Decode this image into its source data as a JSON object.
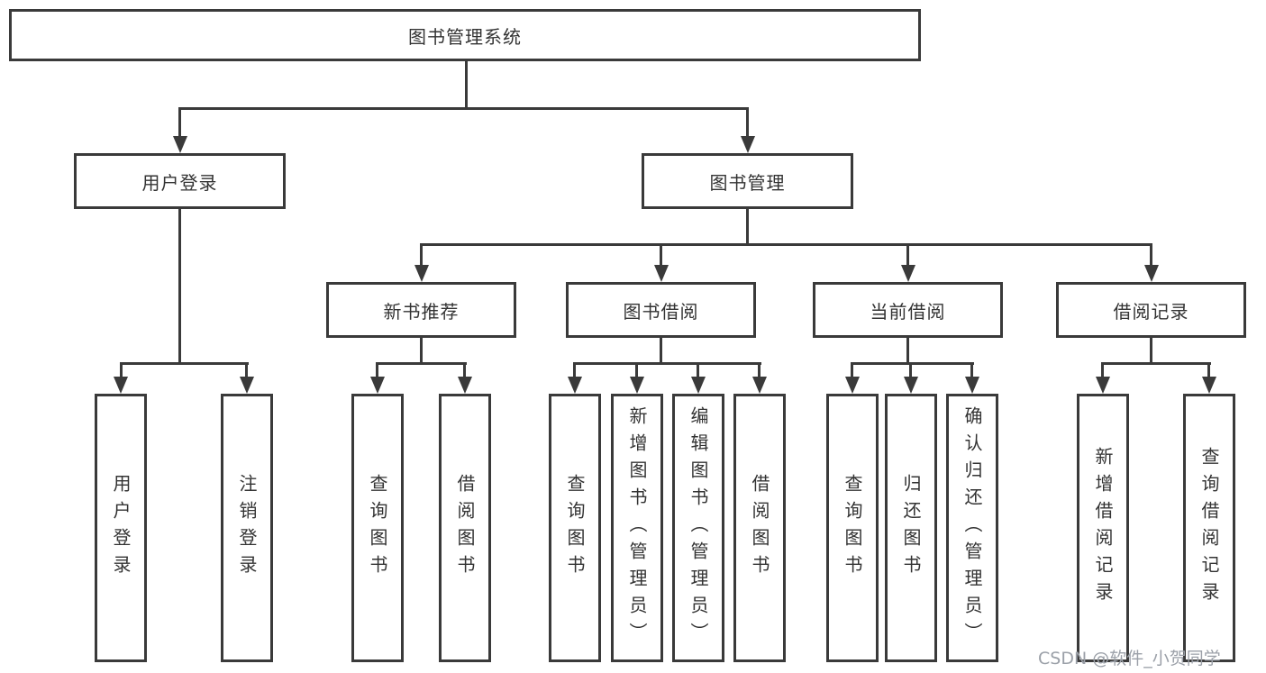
{
  "diagram": {
    "root": {
      "label": "图书管理系统"
    },
    "level2": {
      "user_login": "用户登录",
      "book_mgmt": "图书管理"
    },
    "level3": {
      "new_book": "新书推荐",
      "book_borrow": "图书借阅",
      "current_borrow": "当前借阅",
      "borrow_record": "借阅记录"
    },
    "leaves": {
      "user_login_1": "用户登录",
      "user_login_2": "注销登录",
      "new_book_1": "查询图书",
      "new_book_2": "借阅图书",
      "book_borrow_1": "查询图书",
      "book_borrow_2": "新增图书（管理员）",
      "book_borrow_3": "编辑图书（管理员）",
      "book_borrow_4": "借阅图书",
      "current_borrow_1": "查询图书",
      "current_borrow_2": "归还图书",
      "current_borrow_3": "确认归还（管理员）",
      "borrow_record_1": "新增借阅记录",
      "borrow_record_2": "查询借阅记录"
    },
    "watermark": "CSDN @软件_小贺同学",
    "colors": {
      "line": "#3a3a3a",
      "box_border": "#3a3a3a",
      "box_fill": "#ffffff",
      "text": "#333333",
      "watermark": "#9ba0a8",
      "background": "#ffffff"
    }
  }
}
